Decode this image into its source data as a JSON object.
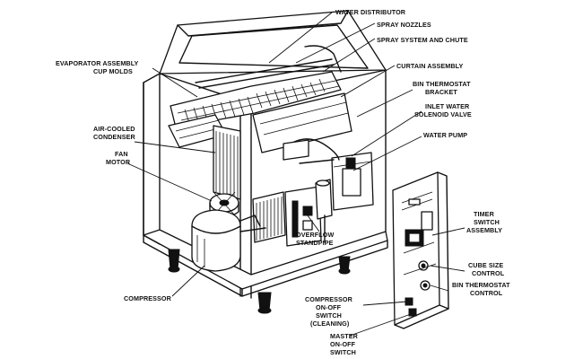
{
  "labels": {
    "water_distributor": "WATER DISTRIBUTOR",
    "spray_nozzles": "SPRAY NOZZLES",
    "spray_system": "SPRAY SYSTEM AND CHUTE",
    "evaporator_1": "EVAPORATOR ASSEMBLY",
    "evaporator_2": "CUP MOLDS",
    "curtain": "CURTAIN ASSEMBLY",
    "bin_bracket_1": "BIN THERMOSTAT",
    "bin_bracket_2": "BRACKET",
    "inlet_1": "INLET WATER",
    "inlet_2": "SOLENOID VALVE",
    "condenser_1": "AIR-COOLED",
    "condenser_2": "CONDENSER",
    "fan_1": "FAN",
    "fan_2": "MOTOR",
    "water_pump": "WATER PUMP",
    "timer_1": "TIMER",
    "timer_2": "SWITCH",
    "timer_3": "ASSEMBLY",
    "overflow_1": "OVERFLOW",
    "overflow_2": "STANDPIPE",
    "cube_1": "CUBE SIZE",
    "cube_2": "CONTROL",
    "bin_control_1": "BIN THERMOSTAT",
    "bin_control_2": "CONTROL",
    "compressor": "COMPRESSOR",
    "comp_switch_1": "COMPRESSOR",
    "comp_switch_2": "ON-OFF",
    "comp_switch_3": "SWITCH",
    "comp_switch_4": "(CLEANING)",
    "master_1": "MASTER",
    "master_2": "ON-OFF",
    "master_3": "SWITCH"
  }
}
